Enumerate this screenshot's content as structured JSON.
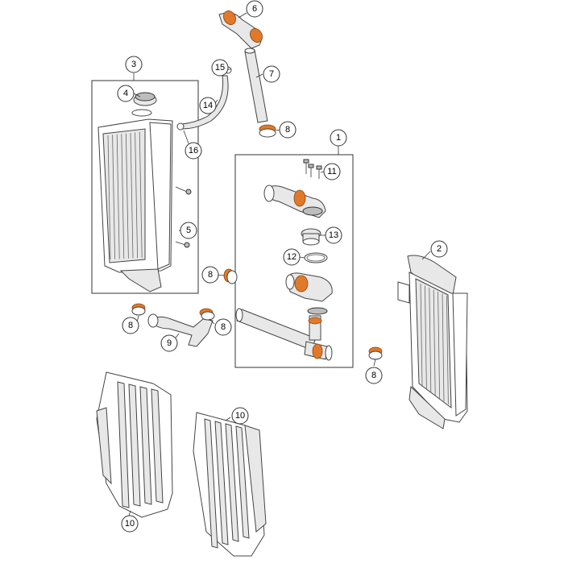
{
  "diagram": {
    "callouts": [
      {
        "id": "c6",
        "label": "6"
      },
      {
        "id": "c3",
        "label": "3"
      },
      {
        "id": "c15",
        "label": "15"
      },
      {
        "id": "c7",
        "label": "7"
      },
      {
        "id": "c4",
        "label": "4"
      },
      {
        "id": "c14",
        "label": "14"
      },
      {
        "id": "c8a",
        "label": "8"
      },
      {
        "id": "c1",
        "label": "1"
      },
      {
        "id": "c16",
        "label": "16"
      },
      {
        "id": "c11",
        "label": "11"
      },
      {
        "id": "c13",
        "label": "13"
      },
      {
        "id": "c5",
        "label": "5"
      },
      {
        "id": "c2",
        "label": "2"
      },
      {
        "id": "c12",
        "label": "12"
      },
      {
        "id": "c8b",
        "label": "8"
      },
      {
        "id": "c8c",
        "label": "8"
      },
      {
        "id": "c9",
        "label": "9"
      },
      {
        "id": "c8d",
        "label": "8"
      },
      {
        "id": "c8e",
        "label": "8"
      },
      {
        "id": "c10a",
        "label": "10"
      },
      {
        "id": "c10b",
        "label": "10"
      }
    ],
    "colors": {
      "accent": "#e07a2a",
      "line": "#444444",
      "background": "#ffffff"
    }
  }
}
